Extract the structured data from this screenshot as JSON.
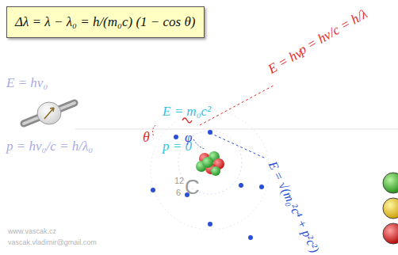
{
  "diagram": {
    "nodes": [
      {
        "text": [
          "Δλ = λ − λ₀ = h/(m₀c) (1 − cos θ)"
        ]
      }
    ],
    "labels": [
      "E = hν₀",
      "p = hν₀/c = h/λ₀",
      "E = m₀c²",
      "p = 0",
      "θ",
      "φ",
      "E = hν",
      "p = hν/c = h/λ",
      "E = √(m₀²c⁴ + p²c²)",
      "12",
      "6",
      "C",
      "www.vascak.cz",
      "vascak.vladimir@gmail.com"
    ]
  }
}
